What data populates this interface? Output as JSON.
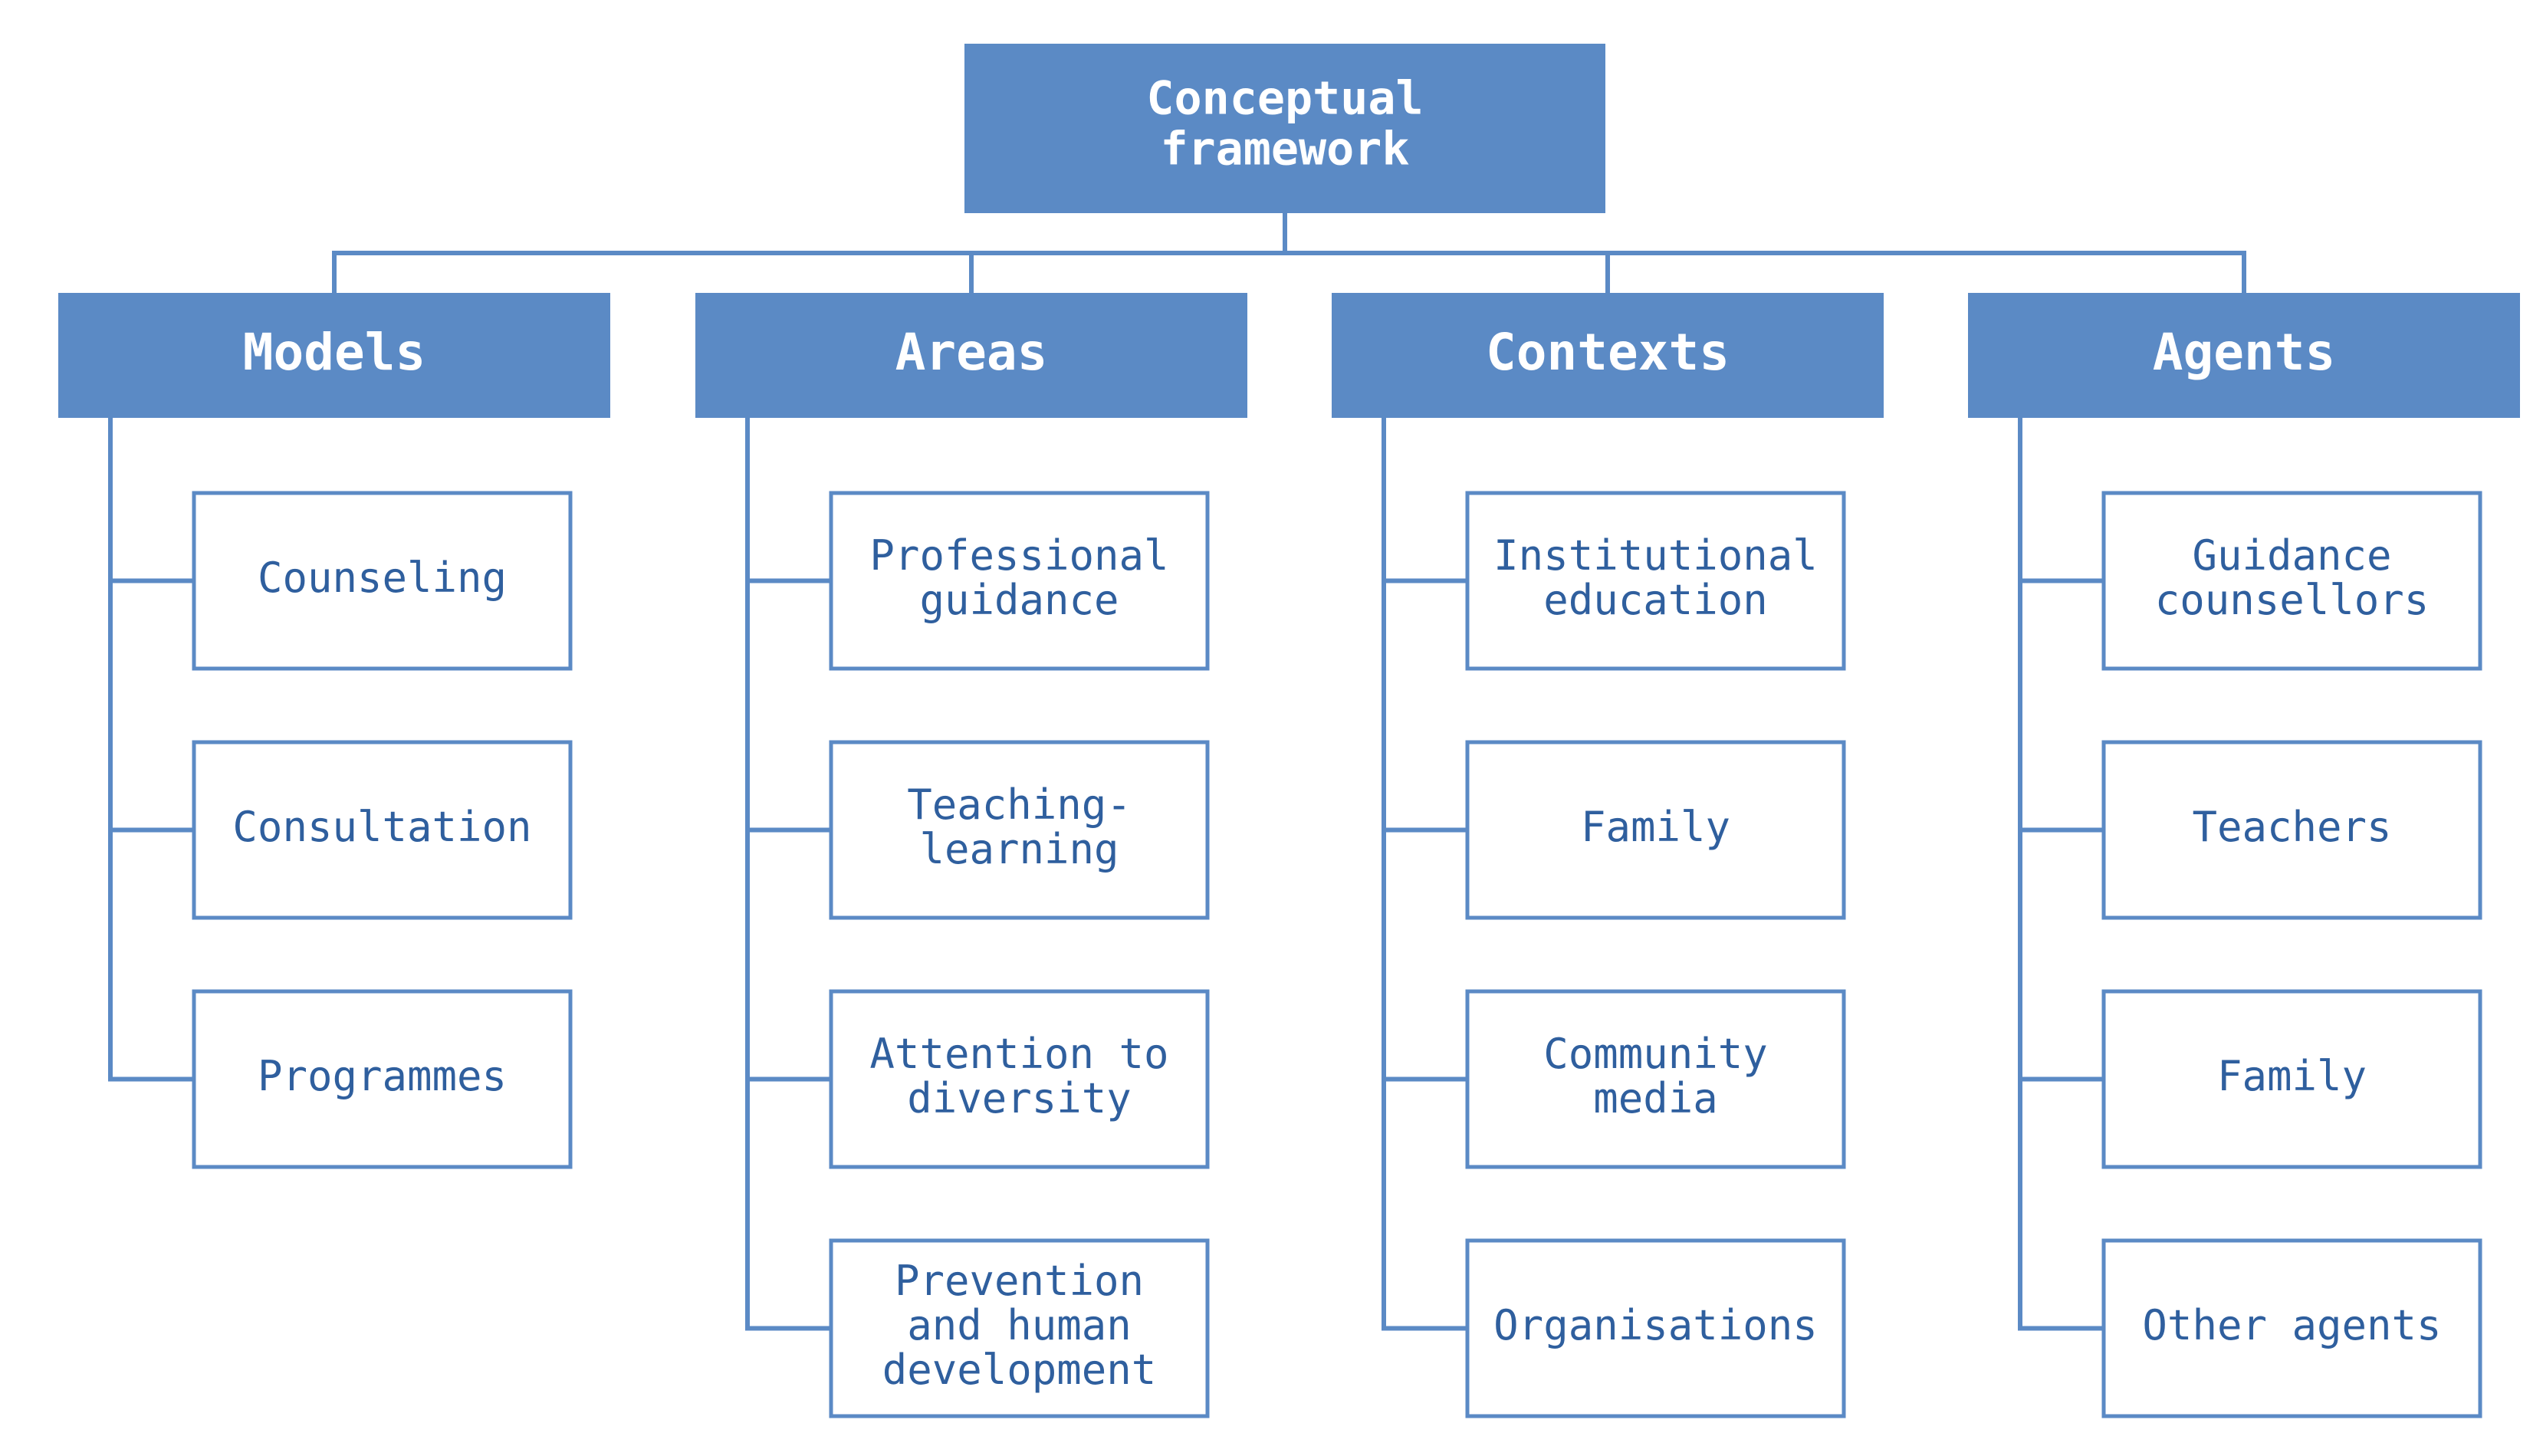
{
  "root": {
    "label": [
      "Conceptual",
      "framework"
    ]
  },
  "categories": [
    {
      "label": "Models",
      "items": [
        [
          "Counseling"
        ],
        [
          "Consultation"
        ],
        [
          "Programmes"
        ]
      ]
    },
    {
      "label": "Areas",
      "items": [
        [
          "Professional",
          "guidance"
        ],
        [
          "Teaching-",
          "learning"
        ],
        [
          "Attention to",
          "diversity"
        ],
        [
          "Prevention",
          "and human",
          "development"
        ]
      ]
    },
    {
      "label": "Contexts",
      "items": [
        [
          "Institutional",
          "education"
        ],
        [
          "Family"
        ],
        [
          "Community",
          "media"
        ],
        [
          "Organisations"
        ]
      ]
    },
    {
      "label": "Agents",
      "items": [
        [
          "Guidance",
          "counsellors"
        ],
        [
          "Teachers"
        ],
        [
          "Family"
        ],
        [
          "Other agents"
        ]
      ]
    }
  ],
  "colors": {
    "fill": "#5b8ac5",
    "item_text": "#2f5f9e",
    "header_text": "#ffffff"
  }
}
